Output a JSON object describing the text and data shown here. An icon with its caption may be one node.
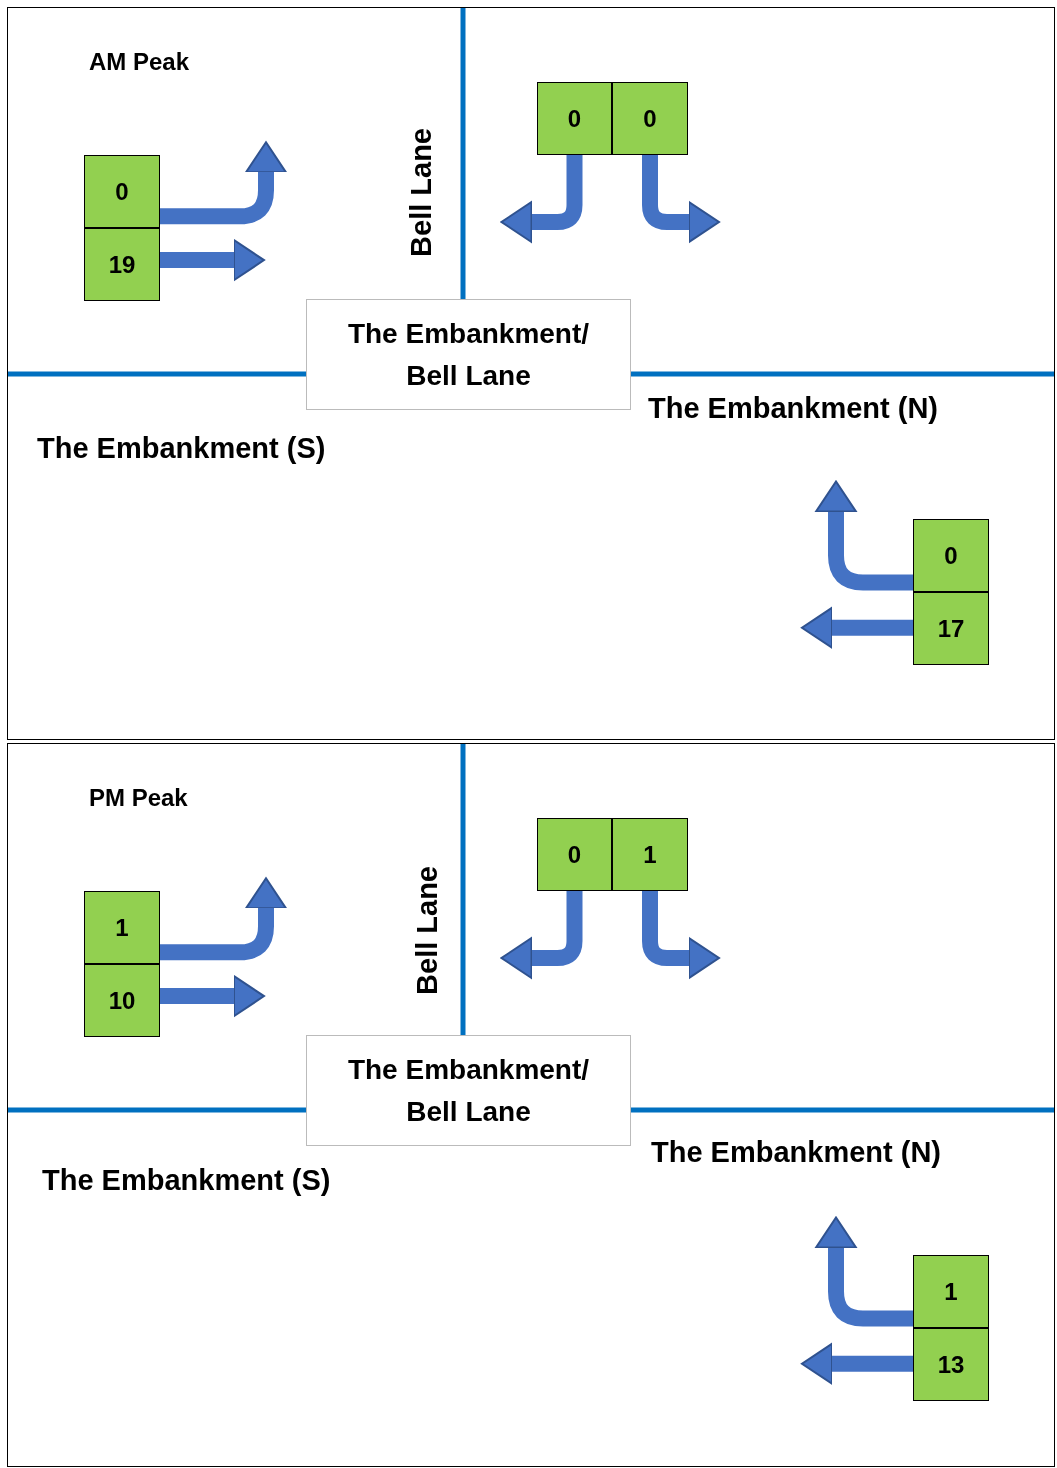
{
  "diagram": {
    "nodes": [
      {
        "text": [
          "AM Peak"
        ]
      },
      {
        "text": [
          "The Embankment/ Bell Lane"
        ],
        "in": 0
      },
      {
        "text": [
          "0"
        ],
        "in": 0
      },
      {
        "text": [
          "19"
        ],
        "in": 0
      },
      {
        "text": [
          "0"
        ],
        "in": 0
      },
      {
        "text": [
          "0"
        ],
        "in": 0
      },
      {
        "text": [
          "0"
        ],
        "in": 0
      },
      {
        "text": [
          "17"
        ],
        "in": 0
      },
      {
        "text": [
          "PM Peak"
        ]
      },
      {
        "text": [
          "The Embankment/ Bell Lane"
        ],
        "in": 8
      },
      {
        "text": [
          "1"
        ],
        "in": 8
      },
      {
        "text": [
          "10"
        ],
        "in": 8
      },
      {
        "text": [
          "0"
        ],
        "in": 8
      },
      {
        "text": [
          "1"
        ],
        "in": 8
      },
      {
        "text": [
          "1"
        ],
        "in": 8
      },
      {
        "text": [
          "13"
        ],
        "in": 8
      }
    ],
    "edges": [
      {
        "from": 2,
        "to": null,
        "arrow": "to"
      },
      {
        "from": 3,
        "to": null,
        "arrow": "to"
      },
      {
        "from": 4,
        "to": null,
        "arrow": "to"
      },
      {
        "from": 5,
        "to": null,
        "arrow": "to"
      },
      {
        "from": 6,
        "to": null,
        "arrow": "to"
      },
      {
        "from": 7,
        "to": null,
        "arrow": "to"
      },
      {
        "from": 10,
        "to": null,
        "arrow": "to"
      },
      {
        "from": 11,
        "to": null,
        "arrow": "to"
      },
      {
        "from": 12,
        "to": null,
        "arrow": "to"
      },
      {
        "from": 13,
        "to": null,
        "arrow": "to"
      },
      {
        "from": 14,
        "to": null,
        "arrow": "to"
      },
      {
        "from": 15,
        "to": null,
        "arrow": "to"
      }
    ],
    "labels": [
      "Bell Lane",
      "The Embankment (N)",
      "The Embankment (S)",
      "Bell Lane",
      "The Embankment (N)",
      "The Embankment (S)"
    ]
  }
}
